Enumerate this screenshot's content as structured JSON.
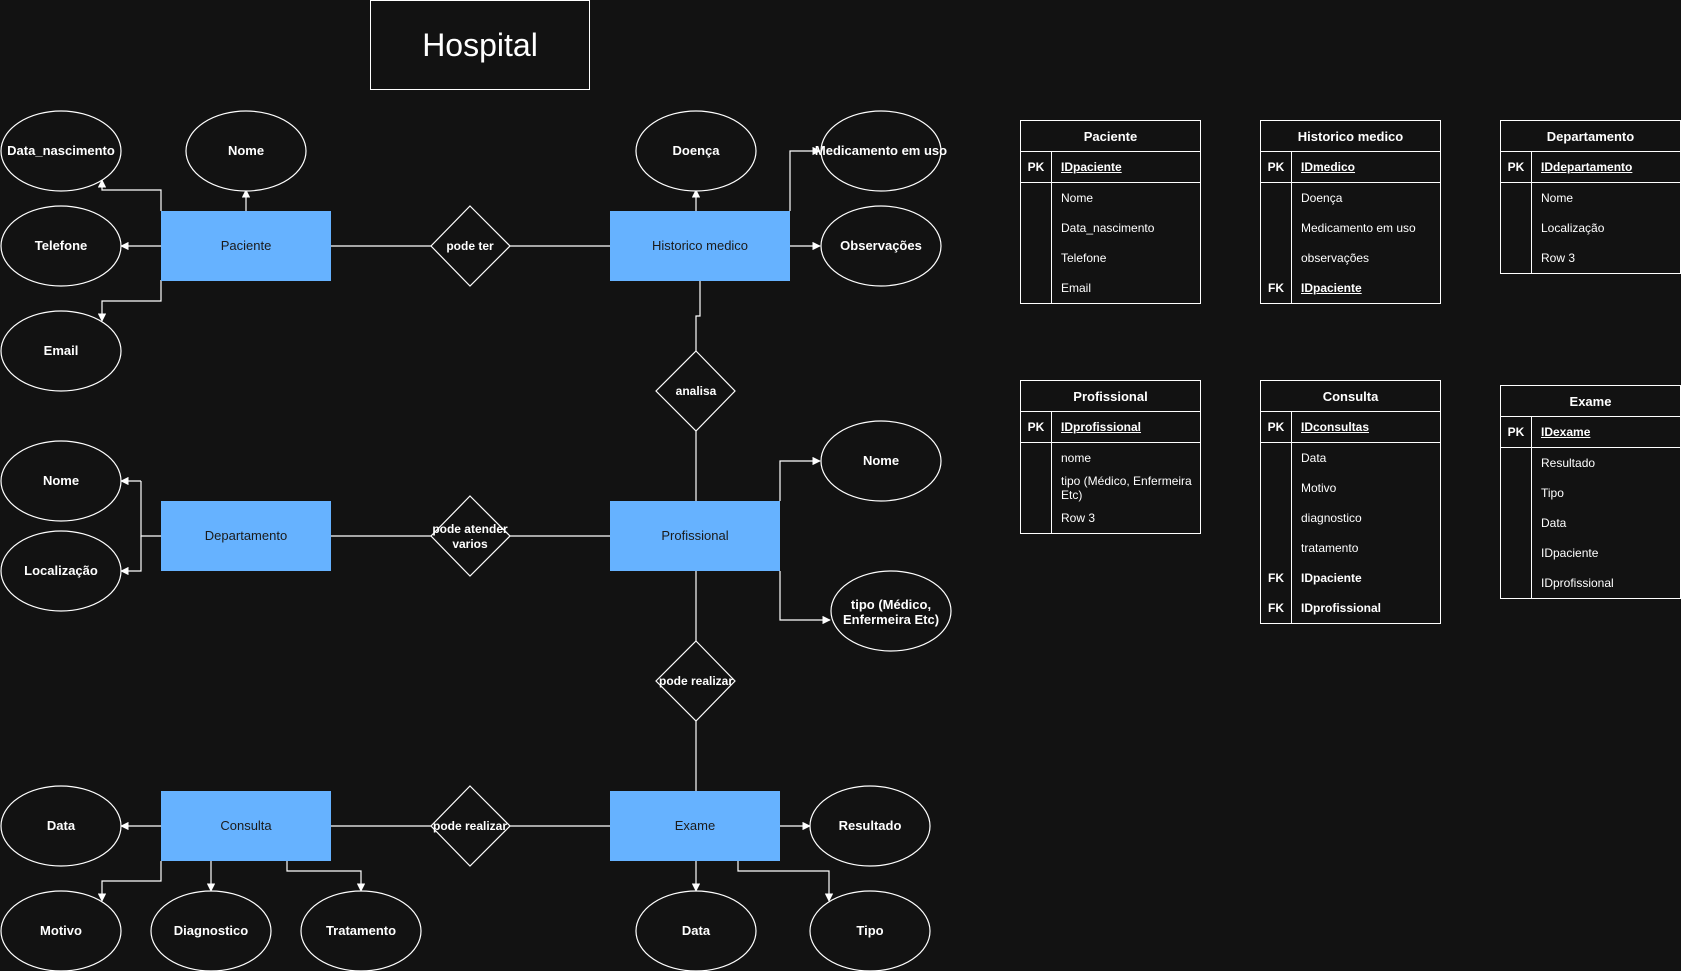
{
  "title": "Hospital",
  "entities": {
    "paciente": "Paciente",
    "historico": "Historico medico",
    "departamento": "Departamento",
    "profissional": "Profissional",
    "consulta": "Consulta",
    "exame": "Exame"
  },
  "relationships": {
    "pode_ter": "pode ter",
    "analisa": "analisa",
    "pode_atender_1": "pode atender",
    "pode_atender_2": "varios",
    "pode_realizar_prof": "pode realizar",
    "pode_realizar_cons": "pode realizar"
  },
  "attributes": {
    "pac_data_nasc": "Data_nascimento",
    "pac_nome": "Nome",
    "pac_telefone": "Telefone",
    "pac_email": "Email",
    "hist_doenca": "Doença",
    "hist_medicamento": "Medicamento em uso",
    "hist_observacoes": "Observações",
    "dep_nome": "Nome",
    "dep_localizacao": "Localização",
    "prof_nome": "Nome",
    "prof_tipo_1": "tipo (Médico,",
    "prof_tipo_2": "Enfermeira Etc)",
    "cons_data": "Data",
    "cons_motivo": "Motivo",
    "cons_diagnostico": "Diagnostico",
    "cons_tratamento": "Tratamento",
    "ex_resultado": "Resultado",
    "ex_data": "Data",
    "ex_tipo": "Tipo"
  },
  "tables": {
    "paciente": {
      "name": "Paciente",
      "rows": [
        {
          "key": "PK",
          "field": "IDpaciente"
        },
        {
          "key": "",
          "field": "Nome"
        },
        {
          "key": "",
          "field": "Data_nascimento"
        },
        {
          "key": "",
          "field": "Telefone"
        },
        {
          "key": "",
          "field": "Email"
        }
      ]
    },
    "historico": {
      "name": "Historico medico",
      "rows": [
        {
          "key": "PK",
          "field": "IDmedico"
        },
        {
          "key": "",
          "field": "Doença"
        },
        {
          "key": "",
          "field": "Medicamento em uso"
        },
        {
          "key": "",
          "field": "observações"
        },
        {
          "key": "FK",
          "field": "IDpaciente"
        }
      ]
    },
    "departamento": {
      "name": "Departamento",
      "rows": [
        {
          "key": "PK",
          "field": "IDdepartamento"
        },
        {
          "key": "",
          "field": "Nome"
        },
        {
          "key": "",
          "field": "Localização"
        },
        {
          "key": "",
          "field": "Row 3"
        }
      ]
    },
    "profissional": {
      "name": "Profissional",
      "rows": [
        {
          "key": "PK",
          "field": "IDprofissional"
        },
        {
          "key": "",
          "field": "nome"
        },
        {
          "key": "",
          "field": "tipo (Médico, Enfermeira Etc)"
        },
        {
          "key": "",
          "field": "Row 3"
        }
      ]
    },
    "consulta": {
      "name": "Consulta",
      "rows": [
        {
          "key": "PK",
          "field": "IDconsultas"
        },
        {
          "key": "",
          "field": "Data"
        },
        {
          "key": "",
          "field": "Motivo"
        },
        {
          "key": "",
          "field": "diagnostico"
        },
        {
          "key": "",
          "field": "tratamento"
        },
        {
          "key": "FK",
          "field": "IDpaciente"
        },
        {
          "key": "FK",
          "field": "IDprofissional"
        }
      ]
    },
    "exame": {
      "name": "Exame",
      "rows": [
        {
          "key": "PK",
          "field": "IDexame"
        },
        {
          "key": "",
          "field": "Resultado"
        },
        {
          "key": "",
          "field": "Tipo"
        },
        {
          "key": "",
          "field": "Data"
        },
        {
          "key": "",
          "field": "IDpaciente"
        },
        {
          "key": "",
          "field": "IDprofissional"
        }
      ]
    }
  },
  "colors": {
    "background": "#121212",
    "entity_fill": "#66b2ff",
    "line": "#ffffff"
  }
}
